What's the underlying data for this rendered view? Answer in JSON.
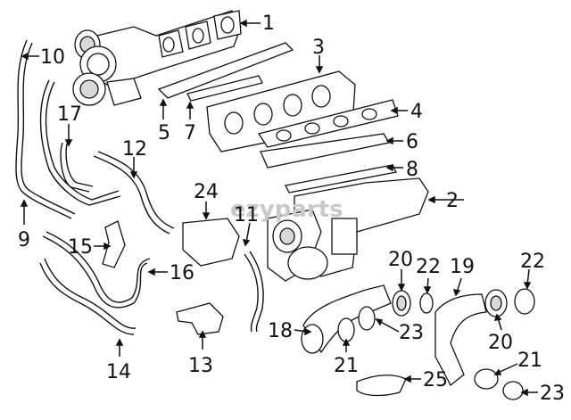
{
  "watermark": "ezyparts",
  "callouts": [
    {
      "id": "c1",
      "text": "1"
    },
    {
      "id": "c2",
      "text": "2"
    },
    {
      "id": "c3",
      "text": "3"
    },
    {
      "id": "c4",
      "text": "4"
    },
    {
      "id": "c5",
      "text": "5"
    },
    {
      "id": "c6",
      "text": "6"
    },
    {
      "id": "c7",
      "text": "7"
    },
    {
      "id": "c8",
      "text": "8"
    },
    {
      "id": "c9",
      "text": "9"
    },
    {
      "id": "c10",
      "text": "10"
    },
    {
      "id": "c11",
      "text": "11"
    },
    {
      "id": "c12",
      "text": "12"
    },
    {
      "id": "c13",
      "text": "13"
    },
    {
      "id": "c14",
      "text": "14"
    },
    {
      "id": "c15",
      "text": "15"
    },
    {
      "id": "c16",
      "text": "16"
    },
    {
      "id": "c17",
      "text": "17"
    },
    {
      "id": "c18",
      "text": "18"
    },
    {
      "id": "c19",
      "text": "19"
    },
    {
      "id": "c20a",
      "text": "20"
    },
    {
      "id": "c20b",
      "text": "20"
    },
    {
      "id": "c21a",
      "text": "21"
    },
    {
      "id": "c21b",
      "text": "21"
    },
    {
      "id": "c22a",
      "text": "22"
    },
    {
      "id": "c22b",
      "text": "22"
    },
    {
      "id": "c23a",
      "text": "23"
    },
    {
      "id": "c23b",
      "text": "23"
    },
    {
      "id": "c24",
      "text": "24"
    },
    {
      "id": "c25",
      "text": "25"
    }
  ]
}
